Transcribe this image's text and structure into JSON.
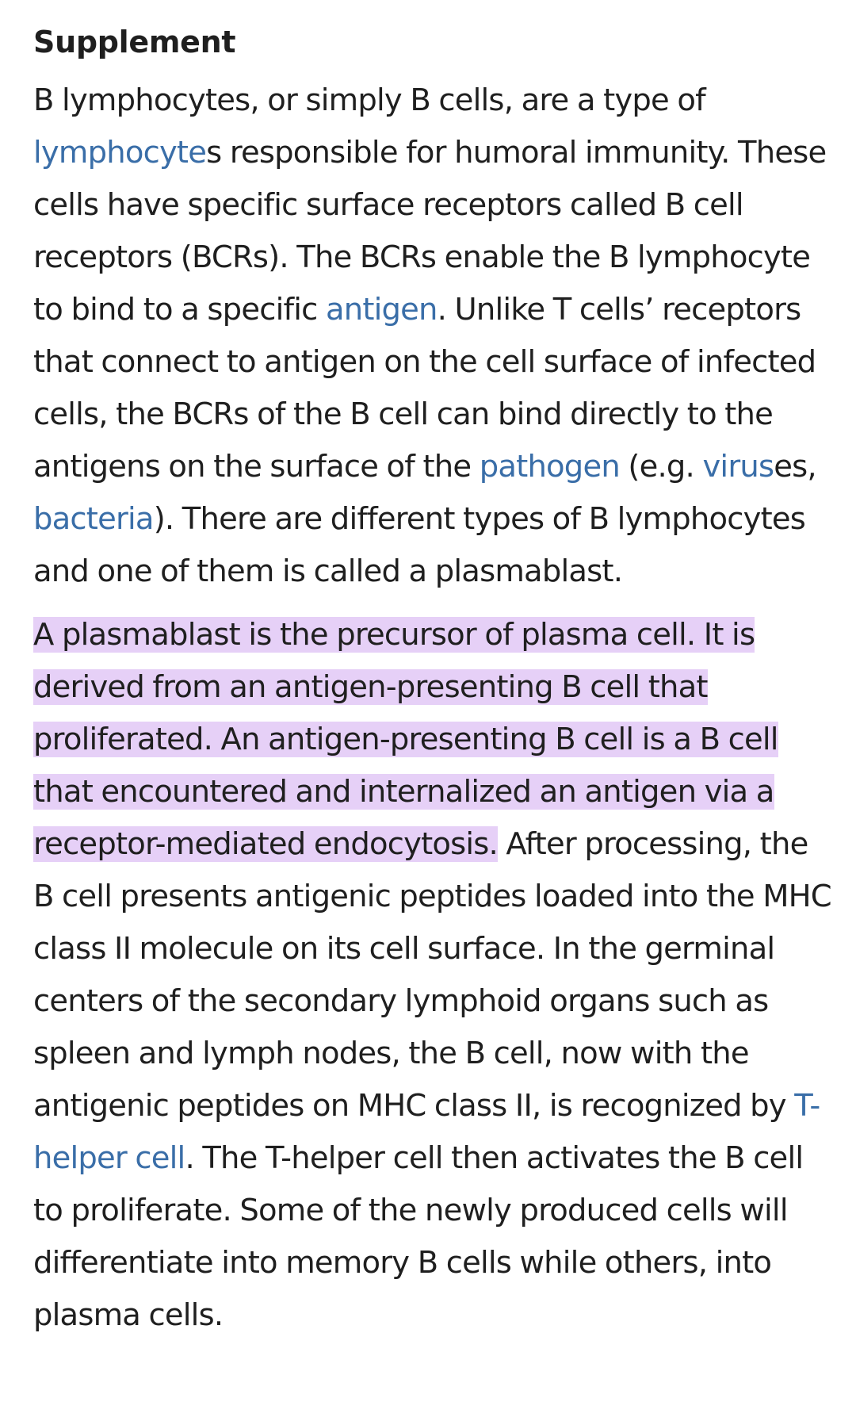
{
  "section": {
    "title": "Supplement"
  },
  "p1": {
    "t1": "B lymphocytes, or simply B cells, are a type of ",
    "link_lymphocyte": "lymphocyte",
    "t2": "s responsible for humoral immunity. These cells have specific surface receptors called B cell receptors (BCRs). The BCRs enable the B lymphocyte to bind to a specific ",
    "link_antigen": "antigen",
    "t3": ". Unlike T cells’ receptors that connect to antigen on the cell surface of infected cells, the BCRs of the B cell can bind directly to the antigens on the surface of the ",
    "link_pathogen": "pathogen",
    "t4": " (e.g. ",
    "link_virus": "virus",
    "t5": "es, ",
    "link_bacteria": "bacteria",
    "t6": "). There are different types of B lymphocytes and one of them is called a plasmablast."
  },
  "p2": {
    "highlight": "A plasmablast is the precursor of plasma cell. It is derived from an antigen-presenting B cell that proliferated. An antigen-presenting B cell is a B cell that encountered and internalized an antigen via a receptor-mediated endocytosis.",
    "t1": " After processing, the B cell presents antigenic peptides loaded into the MHC class II molecule on its cell surface. In the germinal centers of the secondary lymphoid organs such as spleen and lymph nodes, the B cell, now with the antigenic peptides on MHC class II, is recognized by ",
    "link_thelper": "T-helper cell",
    "t2": ". The T-helper cell then activates the B cell to proliferate. Some of the newly produced cells will differentiate into memory B cells while others, into plasma cells."
  },
  "colors": {
    "text": "#1f1f1f",
    "link": "#3a6ea8",
    "highlight": "#e6d0f7"
  }
}
